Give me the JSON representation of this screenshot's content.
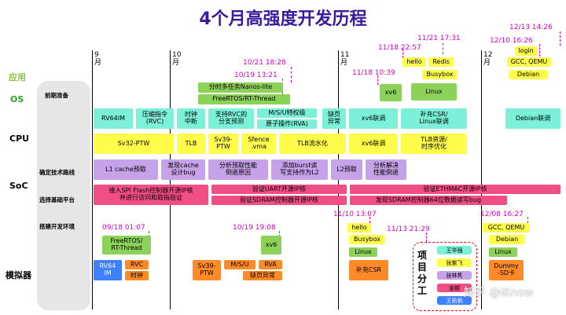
{
  "title": "4个月高强度开发历程",
  "rows": {
    "app": "应用",
    "os": "OS",
    "cpu": "CPU",
    "soc": "SoC",
    "sim": "模拟器"
  },
  "side": {
    "prep": "前期准备",
    "route": "确定技术路线",
    "platform": "选择基础平台",
    "env": "搭建开发环境"
  },
  "months": [
    "9\n月",
    "10\n月",
    "11\n月",
    "12\n月"
  ],
  "dates": {
    "d1": "10/21 18:28",
    "d2": "10/19 13:21",
    "d3": "11/18 22:57",
    "d4": "11/21 17:31",
    "d5": "11/18 10:39",
    "d6": "12/13 14:26",
    "d7": "12/10 16:26",
    "d8": "09/18 01:07",
    "d9": "10/19 19:08",
    "d10": "11/10 13:07",
    "d11": "11/13 21:29",
    "d12": "12/08 16:27"
  },
  "boxes": {
    "nanos": "分时多任务Nanos-lite",
    "freertos": "FreeRTOS/RT-Thread",
    "hello_app": "hello",
    "redis": "Redis",
    "busybox_app": "Busybox",
    "login": "login",
    "gcc_app": "GCC, QEMU",
    "debian_app": "Debian",
    "xv6_os": "xv6",
    "linux_os": "Linux",
    "rv64im": "RV64IM",
    "rvc": "压缩指令\n(RVC)",
    "intr": "时钟\n中断",
    "branch": "支持RVC的\n分支预测",
    "msu": "M/S/U特权级",
    "rva": "原子操作(RVA)",
    "exc": "缺页\n异常",
    "xv6_cpu": "xv6联调",
    "csr": "补充CSR/\nLinux联调",
    "debian_cpu": "Debian联调",
    "sv32": "Sv32-PTW",
    "tlb": "TLB",
    "sv39": "Sv39-\nPTW",
    "sfence": "Sfence\n.vma",
    "tlbflow": "TLB流水化",
    "xv6_cpu2": "xv6联调",
    "tlbres": "TLB资源/\n时序优化",
    "l1cache": "L1 cache预取",
    "cachebug": "发现cache\n设计bug",
    "perf": "分析预取性能\n倒退原因",
    "burst": "添加burst读\n写支持作为L2",
    "l2": "L2预取",
    "perf2": "分析解决\n性能倒退",
    "spi": "接入SPI Flash控制器开源IP核\n并进行访问和取指验证",
    "uart": "验证UART开源IP核",
    "eth": "验证ETHMAC开源IP核",
    "sdram": "验证SDRAM控制器开源IP核",
    "sdram64": "发现SDRAM控制器64位数据读写bug",
    "freertos_sim": "FreeRTOS/\nRT-Thread",
    "xv6_sim": "xv6",
    "hello_sim": "hello",
    "busybox_sim": "Busybox",
    "linux_sim": "Linux",
    "gcc_sim": "GCC, QEMU",
    "debian_sim": "Debian",
    "linux_sim2": "Linux",
    "rv64im_sim": "RV64\nIM",
    "rvc_sim": "RVC",
    "intr_sim": "时钟",
    "sv39_sim": "Sv39-\nPTW",
    "msu_sim": "M/S/U",
    "rva_sim": "RVA",
    "exc_sim": "缺页异常",
    "csr_sim": "补充CSR",
    "dummy": "Dummy\n-SD卡"
  },
  "legend": {
    "label": "项\n目\n分\n工",
    "p1": "王华强",
    "p2": "张紫飞",
    "p3": "张林隽",
    "p4": "金越",
    "p5": "王凯帆"
  },
  "watermark": "知乎 @iKnow"
}
